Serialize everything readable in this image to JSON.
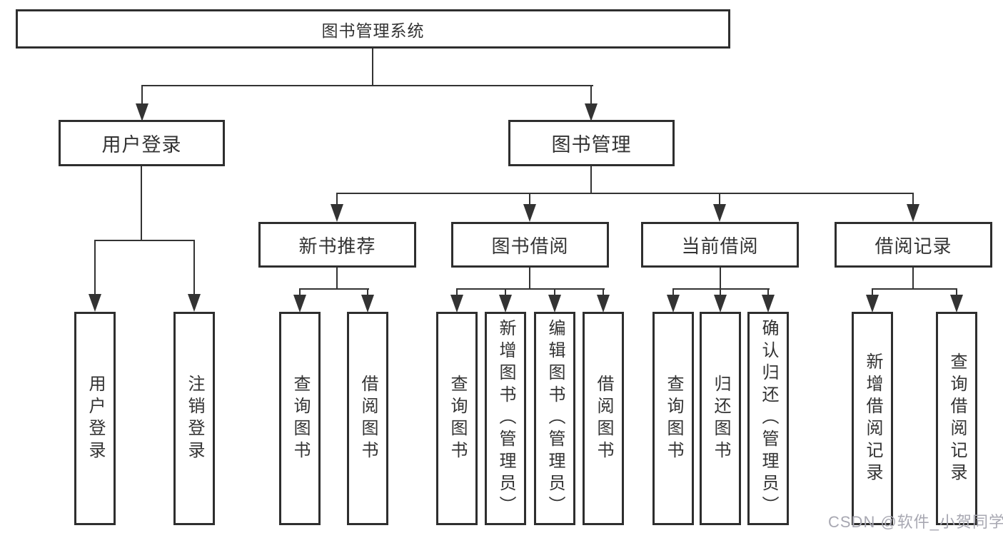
{
  "nodes": {
    "root": "图书管理系统",
    "user_login_branch": {
      "label": "用户登录",
      "leaves": [
        "用户登录",
        "注销登录"
      ]
    },
    "book_mgmt_branch": {
      "label": "图书管理",
      "groups": [
        {
          "label": "新书推荐",
          "leaves": [
            "查询图书",
            "借阅图书"
          ]
        },
        {
          "label": "图书借阅",
          "leaves": [
            "查询图书",
            "新增图书（管理员）",
            "编辑图书（管理员）",
            "借阅图书"
          ]
        },
        {
          "label": "当前借阅",
          "leaves": [
            "查询图书",
            "归还图书",
            "确认归还（管理员）"
          ]
        },
        {
          "label": "借阅记录",
          "leaves": [
            "新增借阅记录",
            "查询借阅记录"
          ]
        }
      ]
    }
  },
  "watermark": "CSDN @软件_小贺同学",
  "colors": {
    "line": "#333333",
    "box_border": "#2e2e2e",
    "box_bg": "#ffffff",
    "text": "#333333",
    "watermark": "#a8a8b2"
  }
}
